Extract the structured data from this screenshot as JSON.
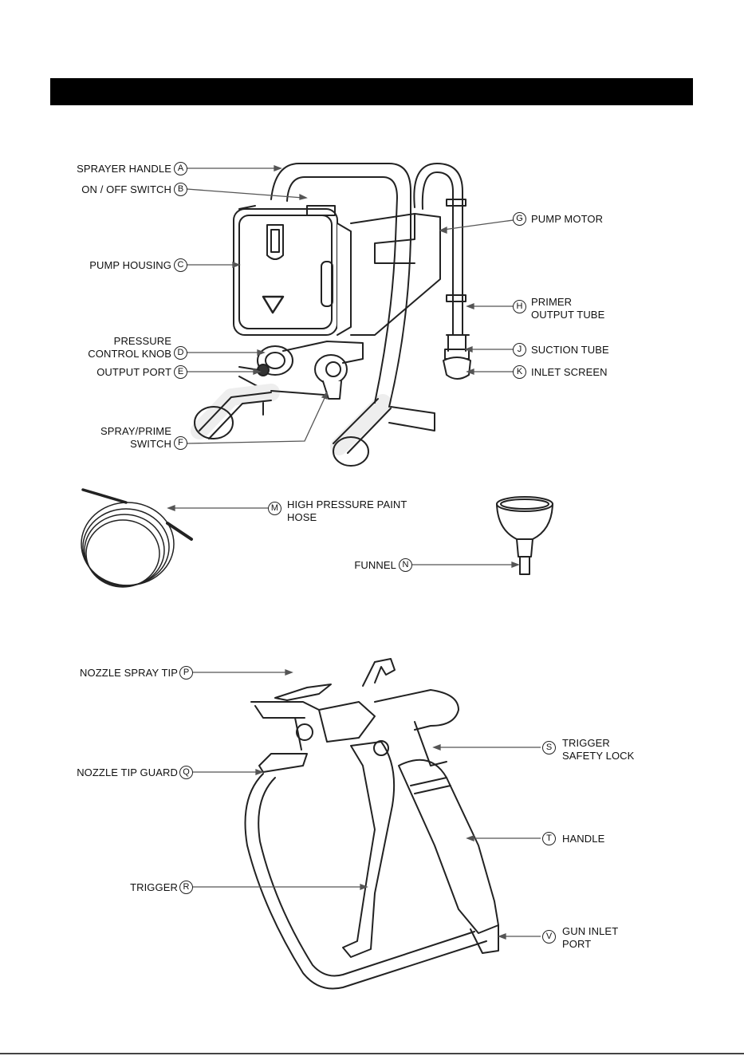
{
  "parts": {
    "A": {
      "letter": "A",
      "name": "SPRAYER HANDLE"
    },
    "B": {
      "letter": "B",
      "name": "ON / OFF SWITCH"
    },
    "C": {
      "letter": "C",
      "name": "PUMP HOUSING"
    },
    "D": {
      "letter": "D",
      "name1": "PRESSURE",
      "name2": "CONTROL KNOB"
    },
    "E": {
      "letter": "E",
      "name": "OUTPUT PORT"
    },
    "F": {
      "letter": "F",
      "name1": "SPRAY/PRIME",
      "name2": "SWITCH"
    },
    "G": {
      "letter": "G",
      "name": "PUMP MOTOR"
    },
    "H": {
      "letter": "H",
      "name1": "PRIMER",
      "name2": "OUTPUT TUBE"
    },
    "J": {
      "letter": "J",
      "name": "SUCTION TUBE"
    },
    "K": {
      "letter": "K",
      "name": "INLET SCREEN"
    },
    "M": {
      "letter": "M",
      "name1": "HIGH PRESSURE PAINT",
      "name2": "HOSE"
    },
    "N": {
      "letter": "N",
      "name": "FUNNEL"
    },
    "P": {
      "letter": "P",
      "name": "NOZZLE SPRAY TIP"
    },
    "Q": {
      "letter": "Q",
      "name": "NOZZLE TIP GUARD"
    },
    "R": {
      "letter": "R",
      "name": "TRIGGER"
    },
    "S": {
      "letter": "S",
      "name1": "TRIGGER",
      "name2": "SAFETY LOCK"
    },
    "T": {
      "letter": "T",
      "name": "HANDLE"
    },
    "V": {
      "letter": "V",
      "name1": "GUN INLET",
      "name2": "PORT"
    }
  },
  "colors": {
    "header_bar": "#000000",
    "leader_line": "#555555",
    "line_art": "#222222"
  }
}
